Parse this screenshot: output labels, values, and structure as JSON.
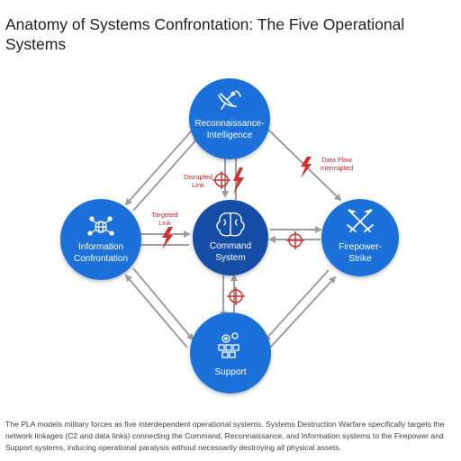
{
  "title": "Anatomy of Systems Confrontation: The Five Operational Systems",
  "nodes": {
    "recon": {
      "line1": "Reconnaissance-",
      "line2": "Intelligence"
    },
    "info": {
      "line1": "Information",
      "line2": "Confrontation"
    },
    "command": {
      "line1": "Command",
      "line2": "System"
    },
    "fire": {
      "line1": "Firepower-",
      "line2": "Strike"
    },
    "support": {
      "line1": "Support",
      "line2": ""
    }
  },
  "annotations": {
    "disrupted": {
      "line1": "Disrupted",
      "line2": "Link"
    },
    "targeted": {
      "line1": "Targeted",
      "line2": "Link"
    },
    "dataflow": {
      "line1": "Data Flow",
      "line2": "Interrupted"
    }
  },
  "caption": "The PLA models military forces as five interdependent operational systems. Systems Destruction Warfare specifically targets the network linkages (C2 and data links) connecting the Command, Reconnaissance, and Information systems to the Firepower and Support systems, inducing operational paralysis without necessarily destroying all physical assets.",
  "colors": {
    "node": "#1e6fd9",
    "command": "#174ea6",
    "arrow": "#9e9e9e",
    "alert": "#d32f2f"
  },
  "icons": {
    "recon": "satellite-dish-icon",
    "info": "network-globe-icon",
    "command": "brain-icon",
    "fire": "crossed-swords-icon",
    "support": "gears-boxes-icon"
  }
}
